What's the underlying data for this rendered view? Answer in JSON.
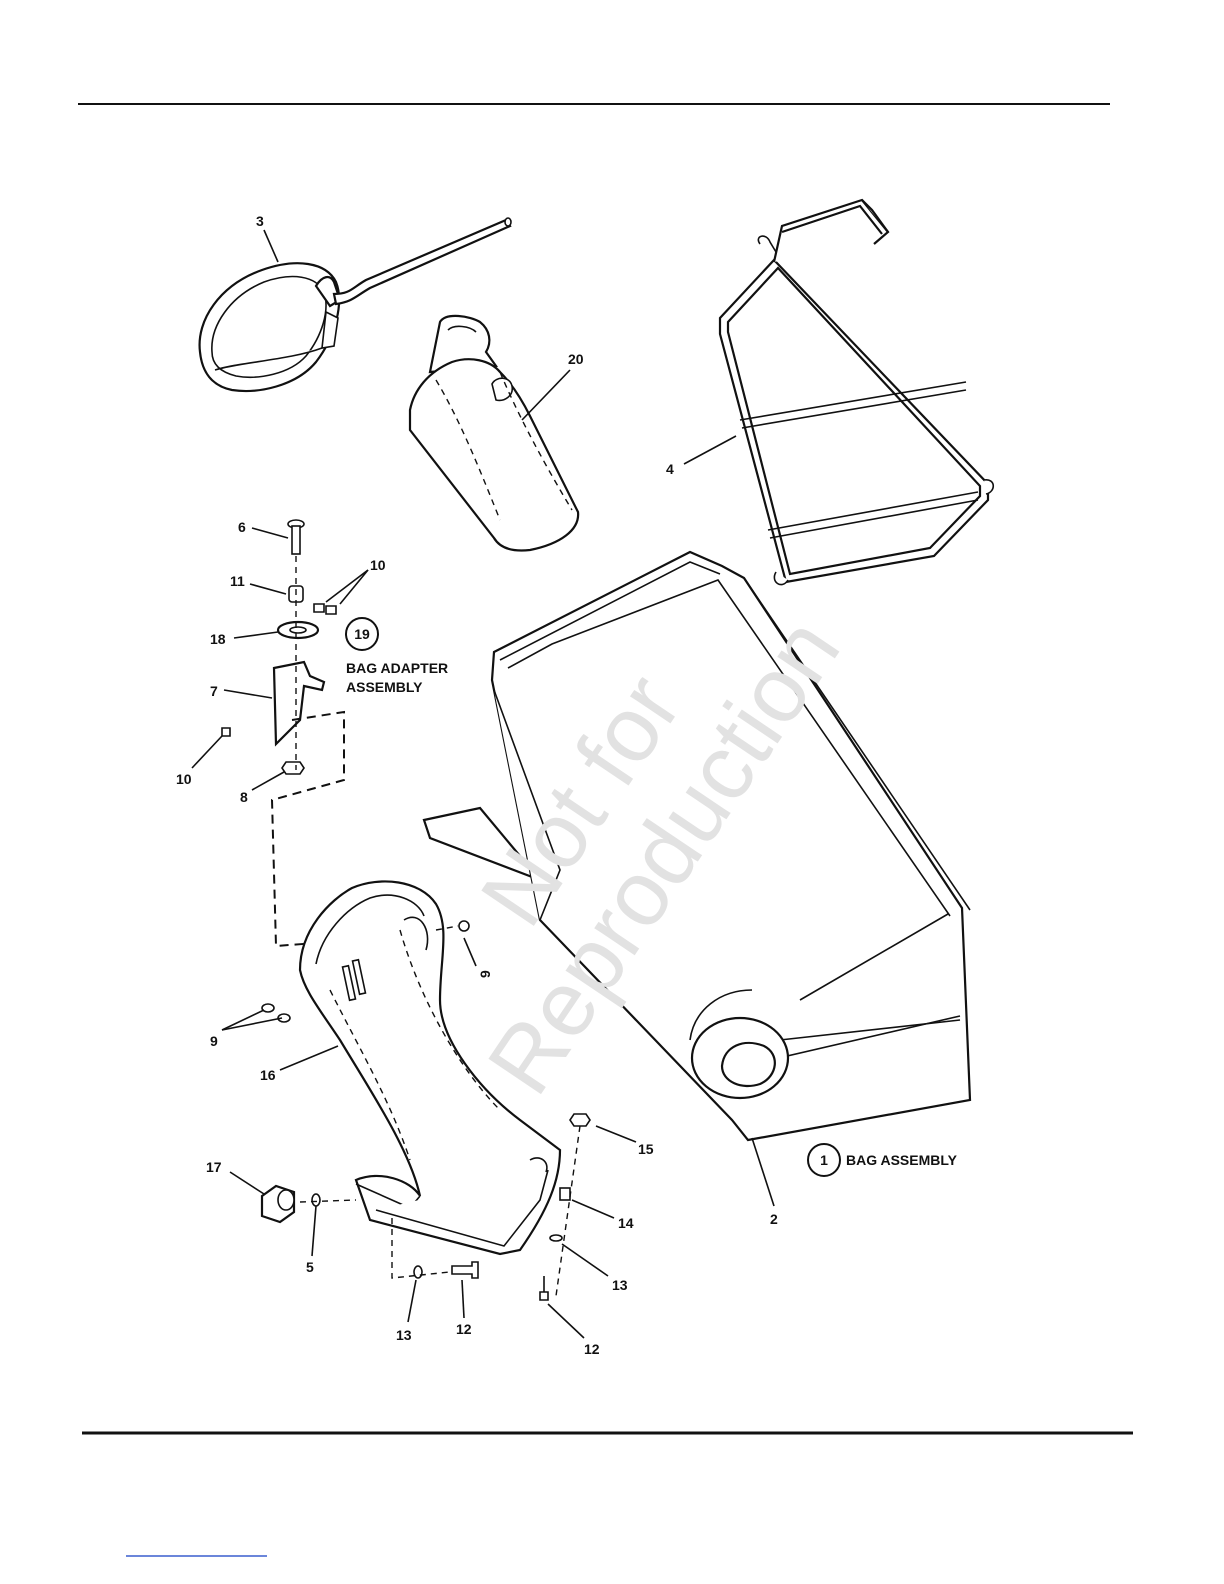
{
  "watermark": {
    "line1": "Not for",
    "line2": "Reproduction"
  },
  "assemblies": {
    "bag_adapter": {
      "number": "19",
      "line1": "BAG ADAPTER",
      "line2": "ASSEMBLY"
    },
    "bag": {
      "number": "1",
      "label": "BAG ASSEMBLY"
    }
  },
  "callouts": {
    "c3": "3",
    "c20": "20",
    "c4": "4",
    "c6": "6",
    "c11": "11",
    "c10a": "10",
    "c18": "18",
    "c7": "7",
    "c10b": "10",
    "c8": "8",
    "c9a": "9",
    "c9b": "9",
    "c16": "16",
    "c17": "17",
    "c5": "5",
    "c15": "15",
    "c14": "14",
    "c13a": "13",
    "c13b": "13",
    "c12a": "12",
    "c12b": "12",
    "c2": "2"
  }
}
